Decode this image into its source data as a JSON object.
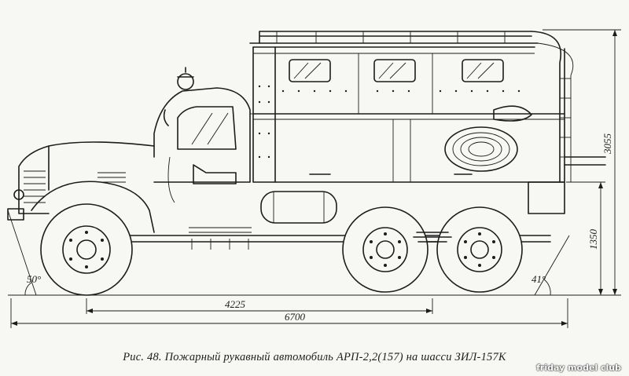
{
  "dimensions": {
    "overall_length": "6700",
    "wheelbase": "4225",
    "overall_height": "3055",
    "body_floor_height": "1350",
    "approach_angle": "50°",
    "departure_angle": "41°"
  },
  "caption": "Рис. 48. Пожарный рукавный автомобиль АРП-2,2(157) на шасси ЗИЛ-157К",
  "watermark": "friday model club"
}
